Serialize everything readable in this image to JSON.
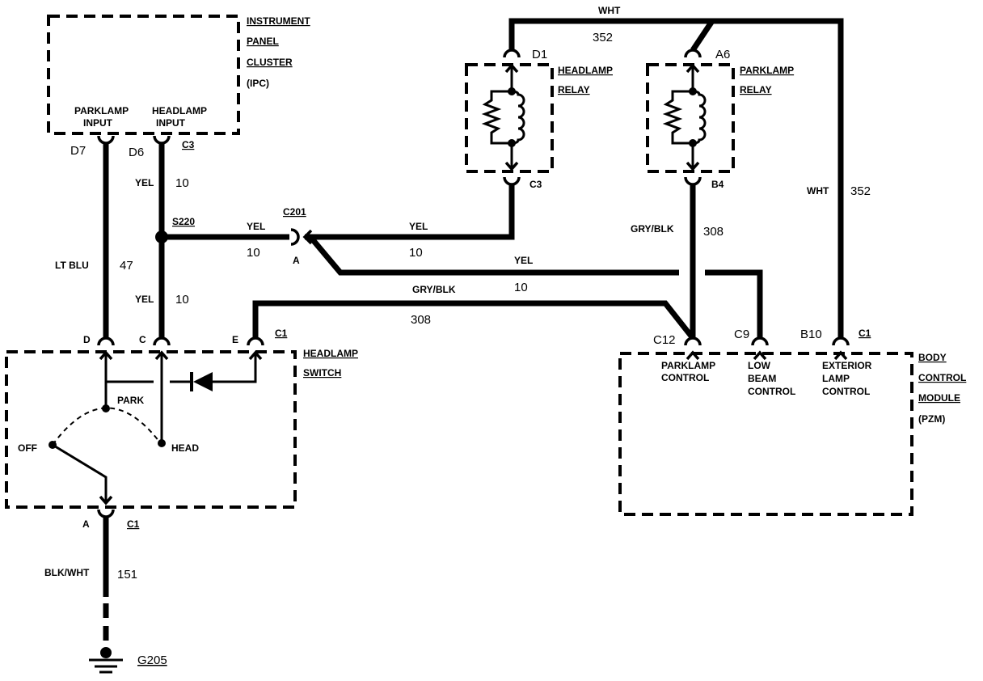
{
  "ipc": {
    "title": [
      "INSTRUMENT",
      "PANEL",
      "CLUSTER",
      "(IPC)"
    ],
    "parklamp_input": [
      "PARKLAMP",
      "INPUT"
    ],
    "headlamp_input": [
      "HEADLAMP",
      "INPUT"
    ],
    "connector": {
      "parklamp_pin": "D7",
      "headlamp_pin": "D6",
      "name": "C3"
    }
  },
  "headlamp_relay": {
    "title": [
      "HEADLAMP",
      "RELAY"
    ],
    "pin_in": "D1",
    "pin_out": "C3"
  },
  "parklamp_relay": {
    "title": [
      "PARKLAMP",
      "RELAY"
    ],
    "pin_in": "A6",
    "pin_out": "B4"
  },
  "headlamp_switch": {
    "title": [
      "HEADLAMP",
      "SWITCH"
    ],
    "top_connector": {
      "name": "C1",
      "pins": [
        "D",
        "C",
        "E"
      ]
    },
    "bottom_connector": {
      "name": "C1",
      "pin": "A"
    },
    "positions": {
      "off": "OFF",
      "park": "PARK",
      "head": "HEAD"
    }
  },
  "bcm": {
    "title": [
      "BODY",
      "CONTROL",
      "MODULE",
      "(PZM)"
    ],
    "connector": {
      "name": "C1",
      "pins": [
        "C12",
        "C9",
        "B10"
      ]
    },
    "parklamp_control": [
      "PARKLAMP",
      "CONTROL"
    ],
    "low_beam_control": [
      "LOW",
      "BEAM",
      "CONTROL"
    ],
    "exterior_lamp_control": [
      "EXTERIOR",
      "LAMP",
      "CONTROL"
    ]
  },
  "splice": "S220",
  "inline_connector": {
    "name": "C201",
    "pin": "A"
  },
  "ground": "G205",
  "wires": {
    "wht_top": {
      "color": "WHT",
      "circuit": "352"
    },
    "wht_right": {
      "color": "WHT",
      "circuit": "352"
    },
    "yel_ipc_s220": {
      "color": "YEL",
      "circuit": "10"
    },
    "yel_s220_switch": {
      "color": "YEL",
      "circuit": "10"
    },
    "lt_blu": {
      "color": "LT BLU",
      "circuit": "47"
    },
    "yel_s220_c201": {
      "color": "YEL",
      "circuit": "10"
    },
    "yel_c201_relay": {
      "color": "YEL",
      "circuit": "10"
    },
    "yel_c201_bcm": {
      "color": "YEL",
      "circuit": "10"
    },
    "gry_blk_switch_bcm": {
      "color": "GRY/BLK",
      "circuit": "308"
    },
    "gry_blk_relay_bcm": {
      "color": "GRY/BLK",
      "circuit": "308"
    },
    "blk_wht": {
      "color": "BLK/WHT",
      "circuit": "151"
    }
  }
}
